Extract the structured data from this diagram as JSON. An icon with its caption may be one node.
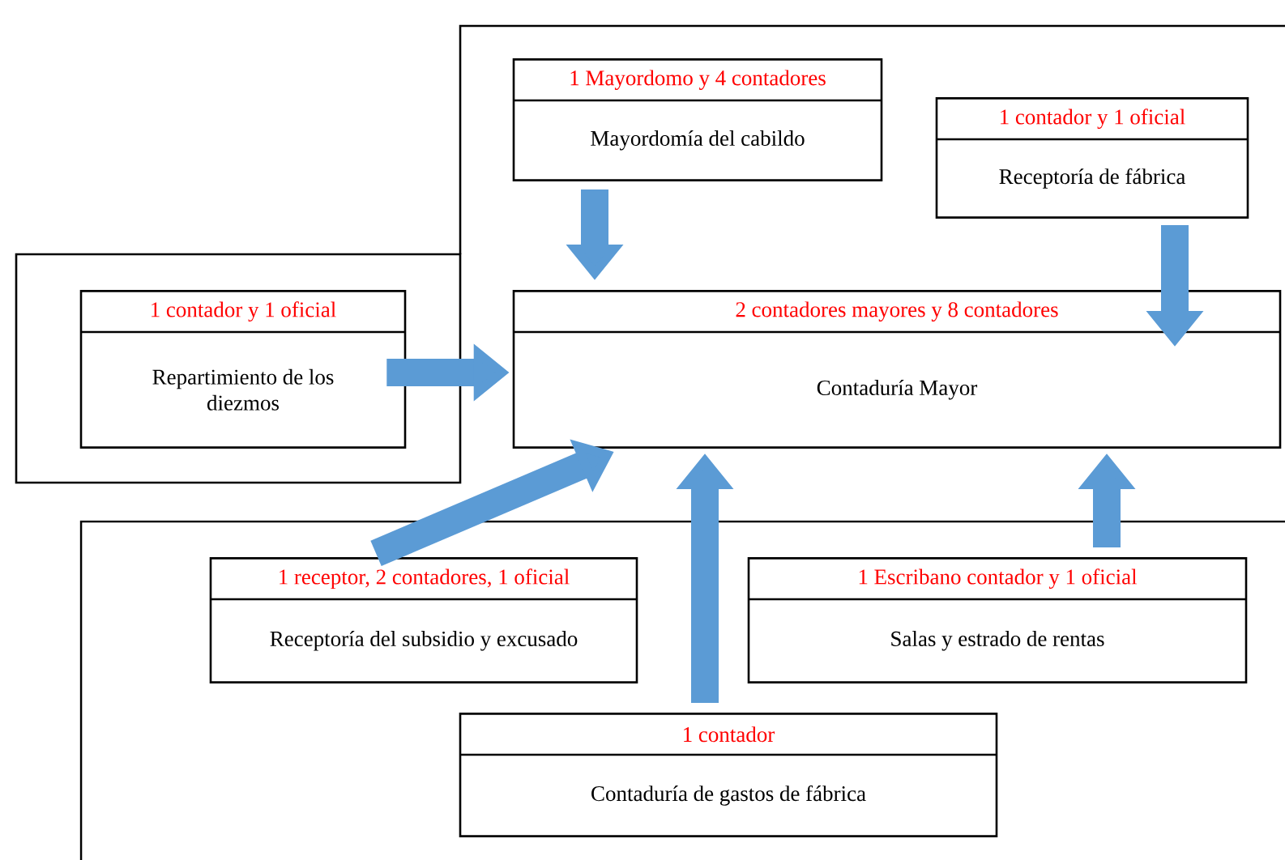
{
  "diagram": {
    "nodes": [
      {
        "text": [
          "1 Mayordomo y 4 contadores",
          "Mayordomía del cabildo"
        ]
      },
      {
        "text": [
          "1 contador y 1 oficial",
          "Receptoría de fábrica"
        ]
      },
      {
        "text": [
          "1 contador y 1 oficial",
          "Repartimiento de los diezmos"
        ]
      },
      {
        "text": [
          "2 contadores mayores y 8 contadores",
          "Contaduría Mayor"
        ]
      },
      {
        "text": [
          "1 receptor, 2 contadores, 1 oficial",
          "Receptoría del subsidio y excusado"
        ]
      },
      {
        "text": [
          "1 Escribano contador y 1 oficial",
          "Salas y estrado de rentas"
        ]
      },
      {
        "text": [
          "1 contador",
          "Contaduría de gastos de fábrica"
        ]
      }
    ],
    "edges": [
      {
        "from": 0,
        "to": 3,
        "arrow": "to"
      },
      {
        "from": 1,
        "to": 3,
        "arrow": "to"
      },
      {
        "from": 2,
        "to": 3,
        "arrow": "to"
      },
      {
        "from": 4,
        "to": 3,
        "arrow": "to"
      },
      {
        "from": 6,
        "to": 3,
        "arrow": "to"
      },
      {
        "from": 5,
        "to": 3,
        "arrow": "to"
      }
    ]
  }
}
